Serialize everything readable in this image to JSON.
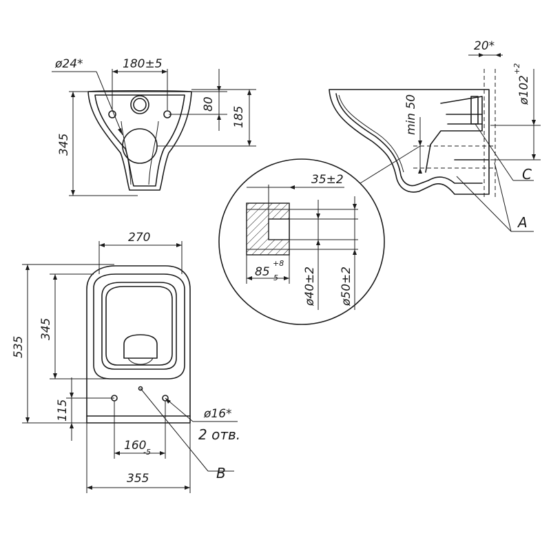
{
  "front_view": {
    "dim_hole_diameter": "ø24*",
    "dim_hole_spacing": "180±5",
    "dim_height": "345",
    "dim_upper_offset": "80",
    "dim_outlet_height": "185"
  },
  "side_view": {
    "dim_width_top": "20*",
    "dim_outlet_diameter": "ø102",
    "dim_outlet_diameter_tol": "+2",
    "dim_min_gap": "min 50",
    "label_c": "C",
    "label_a": "A"
  },
  "detail_view": {
    "dim_depth": "35±2",
    "dim_length": "85",
    "dim_length_tol_upper": "+8",
    "dim_length_tol_lower": "-5",
    "dim_d1": "ø40±2",
    "dim_d2": "ø50±2"
  },
  "top_view": {
    "dim_seat_width": "270",
    "dim_total_length": "535",
    "dim_bowl_length": "345",
    "dim_hole_offset": "115",
    "dim_hole_spacing": "160",
    "dim_hole_spacing_tol": "-5",
    "dim_total_width": "355",
    "dim_hole_diameter": "ø16*",
    "holes_count": "2 отв.",
    "label_b": "B"
  }
}
